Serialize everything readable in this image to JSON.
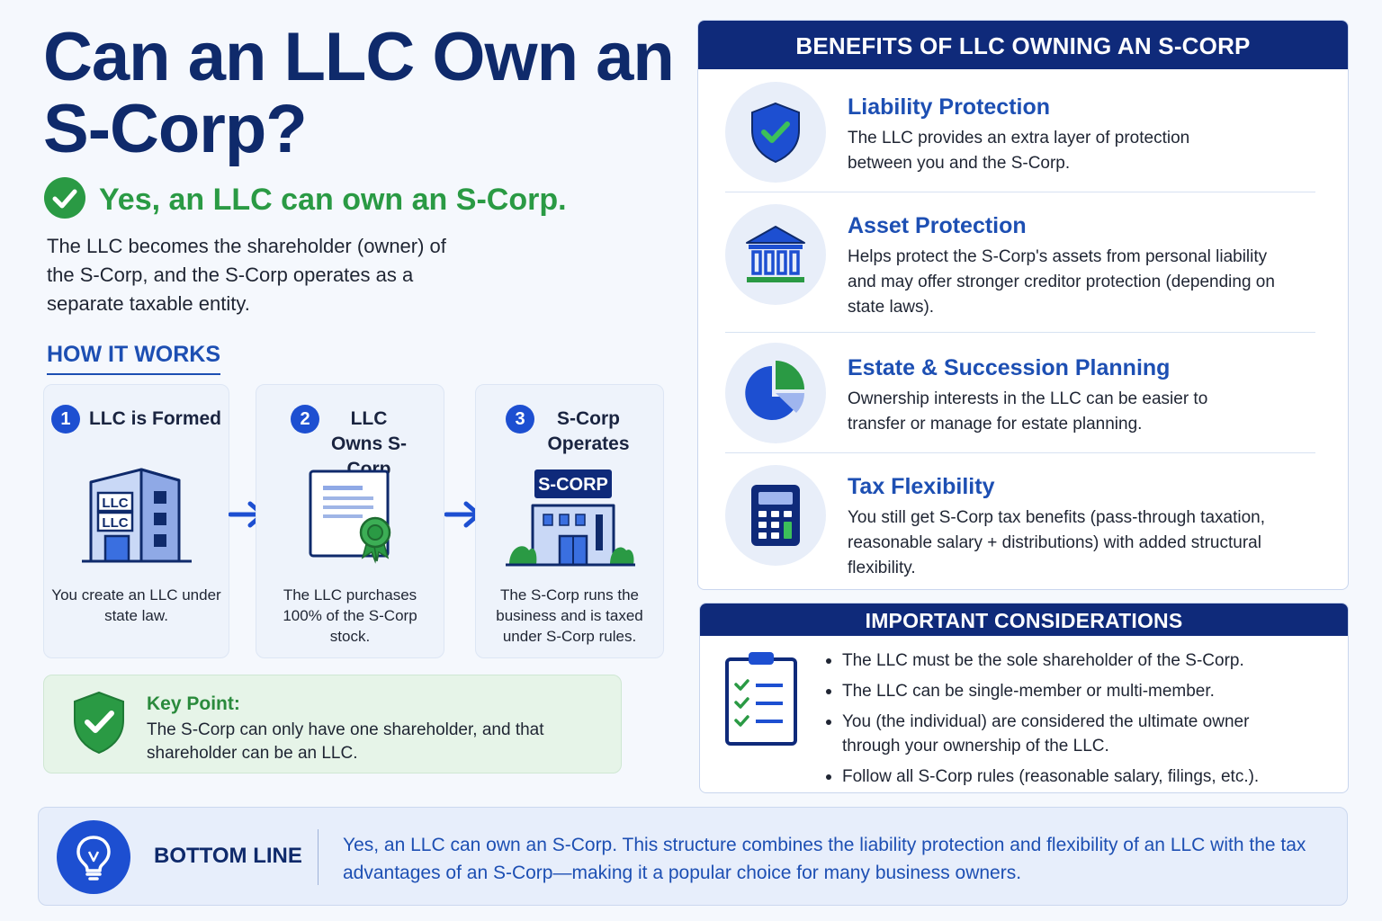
{
  "title": "Can an LLC Own an S-Corp?",
  "answer": "Yes, an LLC can own an S-Corp.",
  "intro": "The LLC becomes the shareholder (owner) of the S-Corp, and the S-Corp operates as a separate taxable entity.",
  "how_it_works": {
    "heading": "HOW IT WORKS",
    "steps": [
      {
        "number": "1",
        "title": "LLC is Formed",
        "description": "You create an LLC under state law.",
        "icon": "llc-building-icon",
        "sign": "LLC"
      },
      {
        "number": "2",
        "title": "LLC Owns S-Corp",
        "description": "The LLC purchases 100% of the S-Corp stock.",
        "icon": "stock-certificate-icon"
      },
      {
        "number": "3",
        "title": "S-Corp Operates",
        "description": "The S-Corp runs the business and is taxed under S-Corp rules.",
        "icon": "s-corp-building-icon",
        "sign": "S-CORP"
      }
    ]
  },
  "key_point": {
    "title": "Key Point:",
    "text": "The S-Corp can only have one shareholder, and that shareholder can be an LLC.",
    "icon": "shield-check-icon"
  },
  "benefits": {
    "heading": "BENEFITS OF LLC OWNING AN S-CORP",
    "items": [
      {
        "title": "Liability Protection",
        "description": "The LLC provides an extra layer of protection between you and the S-Corp.",
        "icon": "shield-check-icon"
      },
      {
        "title": "Asset Protection",
        "description": "Helps protect the S-Corp's assets from personal liability and may offer stronger creditor protection (depending on state laws).",
        "icon": "bank-building-icon"
      },
      {
        "title": "Estate & Succession Planning",
        "description": "Ownership interests in the LLC can be easier to transfer or manage for estate planning.",
        "icon": "pie-chart-icon"
      },
      {
        "title": "Tax Flexibility",
        "description": "You still get S-Corp tax benefits (pass-through taxation, reasonable salary + distributions) with added structural flexibility.",
        "icon": "calculator-icon"
      }
    ]
  },
  "considerations": {
    "heading": "IMPORTANT CONSIDERATIONS",
    "icon": "checklist-clipboard-icon",
    "items": [
      "The LLC must be the sole shareholder of the S-Corp.",
      "The LLC can be single-member or multi-member.",
      "You (the individual) are considered the ultimate owner through your ownership of the LLC.",
      "Follow all S-Corp rules (reasonable salary, filings, etc.)."
    ]
  },
  "bottom_line": {
    "label": "BOTTOM LINE",
    "text": "Yes, an LLC can own an S-Corp. This structure combines the liability protection and flexibility of an LLC with the tax advantages of an S-Corp—making it a popular choice for many business owners.",
    "icon": "lightbulb-icon"
  },
  "colors": {
    "navy": "#0f2a7a",
    "blue": "#1d4fd1",
    "green": "#2a9a44",
    "background": "#f5f8fd"
  }
}
